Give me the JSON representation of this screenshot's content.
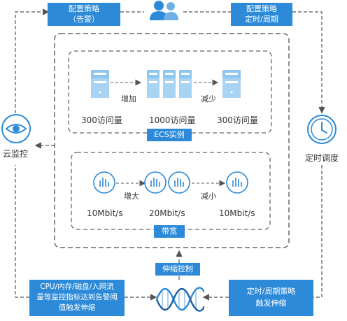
{
  "top": {
    "left_box": {
      "line1": "配置策略",
      "line2": "（告警）"
    },
    "right_box": {
      "line1": "配置策略",
      "line2": "定时/周期"
    }
  },
  "cloud_monitor": {
    "label": "云监控"
  },
  "scheduled": {
    "label": "定时调度"
  },
  "ecs": {
    "title": "ECS实例",
    "left_value": "300访问量",
    "middle_value": "1000访问量",
    "right_value": "300访问量",
    "increase_label": "增加",
    "decrease_label": "减少"
  },
  "bandwidth": {
    "title": "带宽",
    "left_value": "10Mbit/s",
    "middle_value": "20Mbit/s",
    "right_value": "10Mbit/s",
    "increase_label": "增大",
    "decrease_label": "减小"
  },
  "scaling": {
    "label": "伸缩控制"
  },
  "bottom_left": {
    "line1": "CPU/内存/磁盘/入网流",
    "line2": "量等监控指标达到告警阈",
    "line3": "值触发伸缩"
  },
  "bottom_right": {
    "line1": "定时/周期策略",
    "line2": "触发伸缩"
  },
  "colors": {
    "accent": "#2c8ad8",
    "server": "#8fc6f0",
    "line": "#555555"
  }
}
